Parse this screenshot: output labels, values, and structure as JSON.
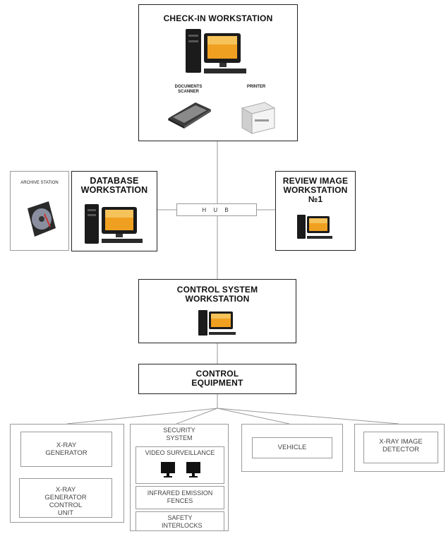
{
  "checkin": {
    "title": "CHECK-IN WORKSTATION",
    "scanner_label": "DOCUMENTS SCANNER",
    "printer_label": "PRINTER"
  },
  "archive": {
    "label": "ARCHIVE STATION"
  },
  "database": {
    "title": "DATABASE WORKSTATION"
  },
  "hub": {
    "label": "H U B"
  },
  "review": {
    "title": "REVIEW IMAGE WORKSTATION №1"
  },
  "control_ws": {
    "title": "CONTROL SYSTEM WORKSTATION"
  },
  "control_eq": {
    "title": "CONTROL EQUIPMENT"
  },
  "xray": {
    "generator": "X-RAY GENERATOR",
    "control_unit": "X-RAY GENERATOR CONTROL UNIT"
  },
  "security": {
    "title": "SECURITY SYSTEM",
    "video": "VIDEO SURVEILLANCE",
    "infrared": "INFRARED EMISSION FENCES",
    "interlocks": "SAFETY INTERLOCKS"
  },
  "vehicle": {
    "label": "VEHICLE"
  },
  "detector": {
    "label": "X-RAY IMAGE DETECTOR"
  },
  "colors": {
    "line": "#222222",
    "thin_line": "#9a9a9a",
    "screen": "#f0a020",
    "case": "#1b1b1b"
  }
}
